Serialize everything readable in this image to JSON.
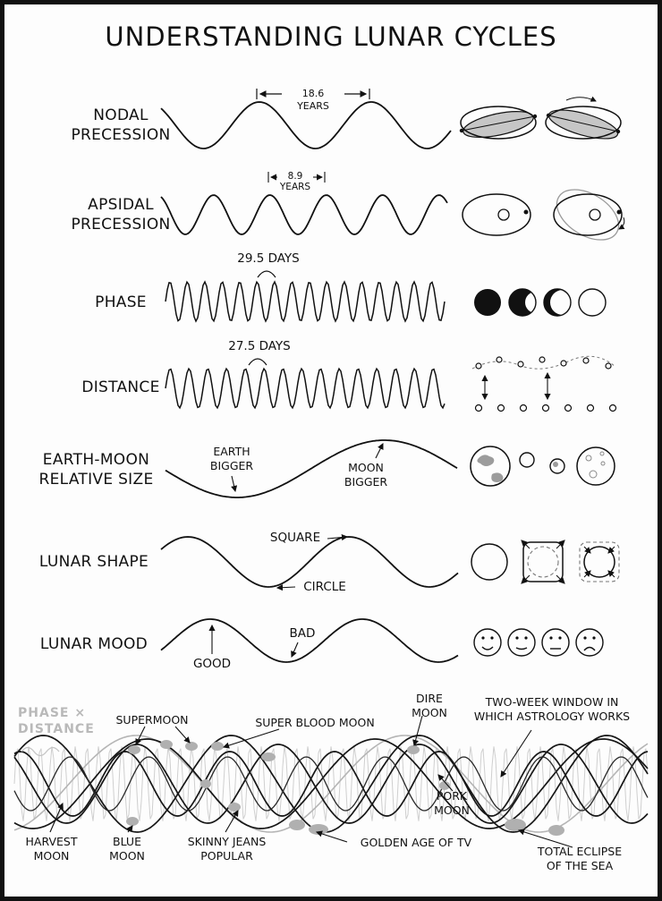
{
  "title": "UNDERSTANDING LUNAR CYCLES",
  "colors": {
    "ink": "#111111",
    "gray": "#b0b0b0",
    "shade": "#c6c6c6"
  },
  "rows": {
    "nodal": {
      "label": "NODAL PRECESSION",
      "period_annotation": "18.6 YEARS"
    },
    "apsidal": {
      "label": "APSIDAL PRECESSION",
      "period_annotation": "8.9 YEARS"
    },
    "phase": {
      "label": "PHASE",
      "period_annotation": "29.5 DAYS"
    },
    "distance": {
      "label": "DISTANCE",
      "period_annotation": "27.5 DAYS"
    },
    "size": {
      "label": "EARTH-MOON RELATIVE SIZE",
      "trough_annotation": "EARTH BIGGER",
      "crest_annotation": "MOON BIGGER"
    },
    "shape": {
      "label": "LUNAR SHAPE",
      "crest_annotation": "SQUARE",
      "trough_annotation": "CIRCLE"
    },
    "mood": {
      "label": "LUNAR MOOD",
      "crest_annotation": "GOOD",
      "trough_annotation": "BAD"
    }
  },
  "combined": {
    "watermark": "PHASE × DISTANCE",
    "labels": {
      "supermoon": "SUPERMOON",
      "super_blood_moon": "SUPER BLOOD MOON",
      "dire_moon": "DIRE MOON",
      "astrology_window": "TWO-WEEK WINDOW IN WHICH ASTROLOGY WORKS",
      "pork_moon": "PORK MOON",
      "harvest_moon": "HARVEST MOON",
      "blue_moon": "BLUE MOON",
      "skinny_jeans": "SKINNY JEANS POPULAR",
      "golden_age": "GOLDEN AGE OF TV",
      "total_eclipse": "TOTAL ECLIPSE OF THE SEA"
    }
  }
}
